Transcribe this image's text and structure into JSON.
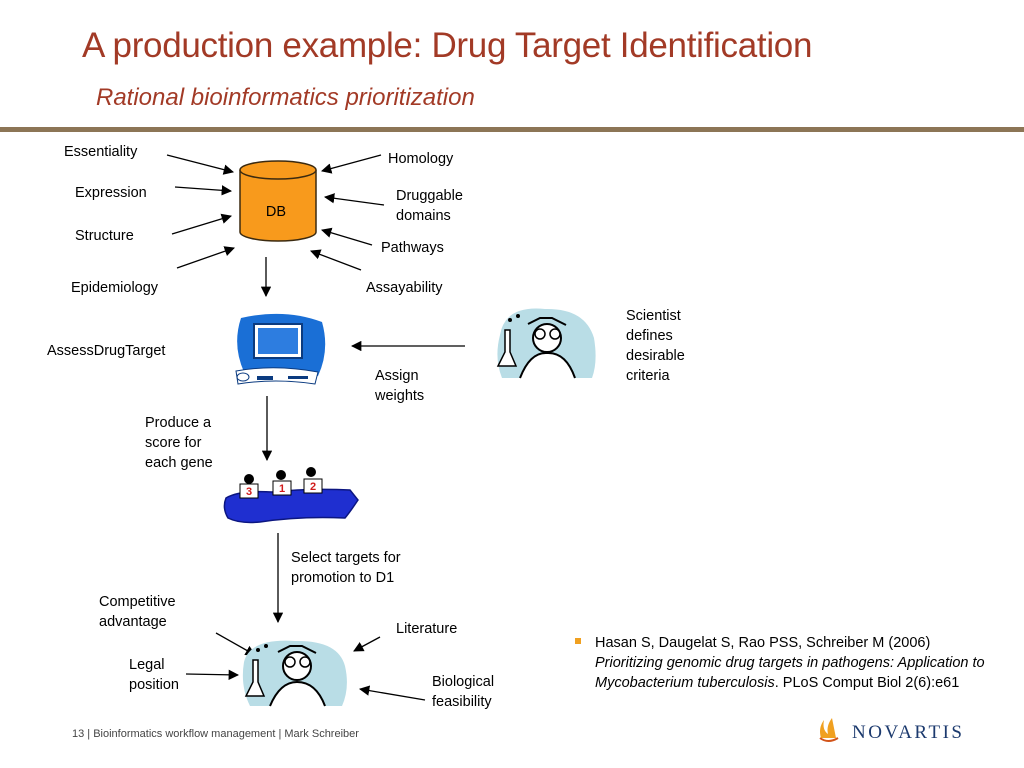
{
  "header": {
    "title": "A production example: Drug Target Identification",
    "subtitle": "Rational bioinformatics prioritization"
  },
  "db_inputs": {
    "essentiality": "Essentiality",
    "expression": "Expression",
    "structure": "Structure",
    "epidemiology": "Epidemiology",
    "homology": "Homology",
    "druggable_line1": "Druggable",
    "druggable_line2": "domains",
    "pathways": "Pathways",
    "assayability": "Assayability"
  },
  "db_label": "DB",
  "assess_label": "AssessDrugTarget",
  "scientist_line1": "Scientist",
  "scientist_line2": "defines",
  "scientist_line3": "desirable",
  "scientist_line4": "criteria",
  "assign_line1": "Assign",
  "assign_line2": "weights",
  "score_line1": "Produce a",
  "score_line2": "score for",
  "score_line3": "each gene",
  "podium": [
    "3",
    "1",
    "2"
  ],
  "select_line1": "Select targets for",
  "select_line2": "promotion to D1",
  "review_factors": {
    "competitive_line1": "Competitive",
    "competitive_line2": "advantage",
    "legal_line1": "Legal",
    "legal_line2": "position",
    "literature": "Literature",
    "biological_line1": "Biological",
    "biological_line2": "feasibility"
  },
  "reference": {
    "authors": "Hasan S, Daugelat S, Rao PSS, Schreiber M (2006)",
    "title": "Prioritizing genomic drug targets in pathogens: Application to Mycobacterium tuberculosis",
    "journal": ". PLoS Comput Biol 2(6):e61"
  },
  "footer": "13 | Bioinformatics workflow management | Mark Schreiber",
  "logo": "NOVARTIS",
  "colors": {
    "title": "#a23a26",
    "rule": "#8c7556",
    "db_fill": "#f89a1c",
    "monitor_blue": "#1a6fd6",
    "podium_blue": "#1f2fd0",
    "scientist_bg": "#b9dde6",
    "bullet": "#f0a020",
    "logo": "#1c3a6e"
  }
}
